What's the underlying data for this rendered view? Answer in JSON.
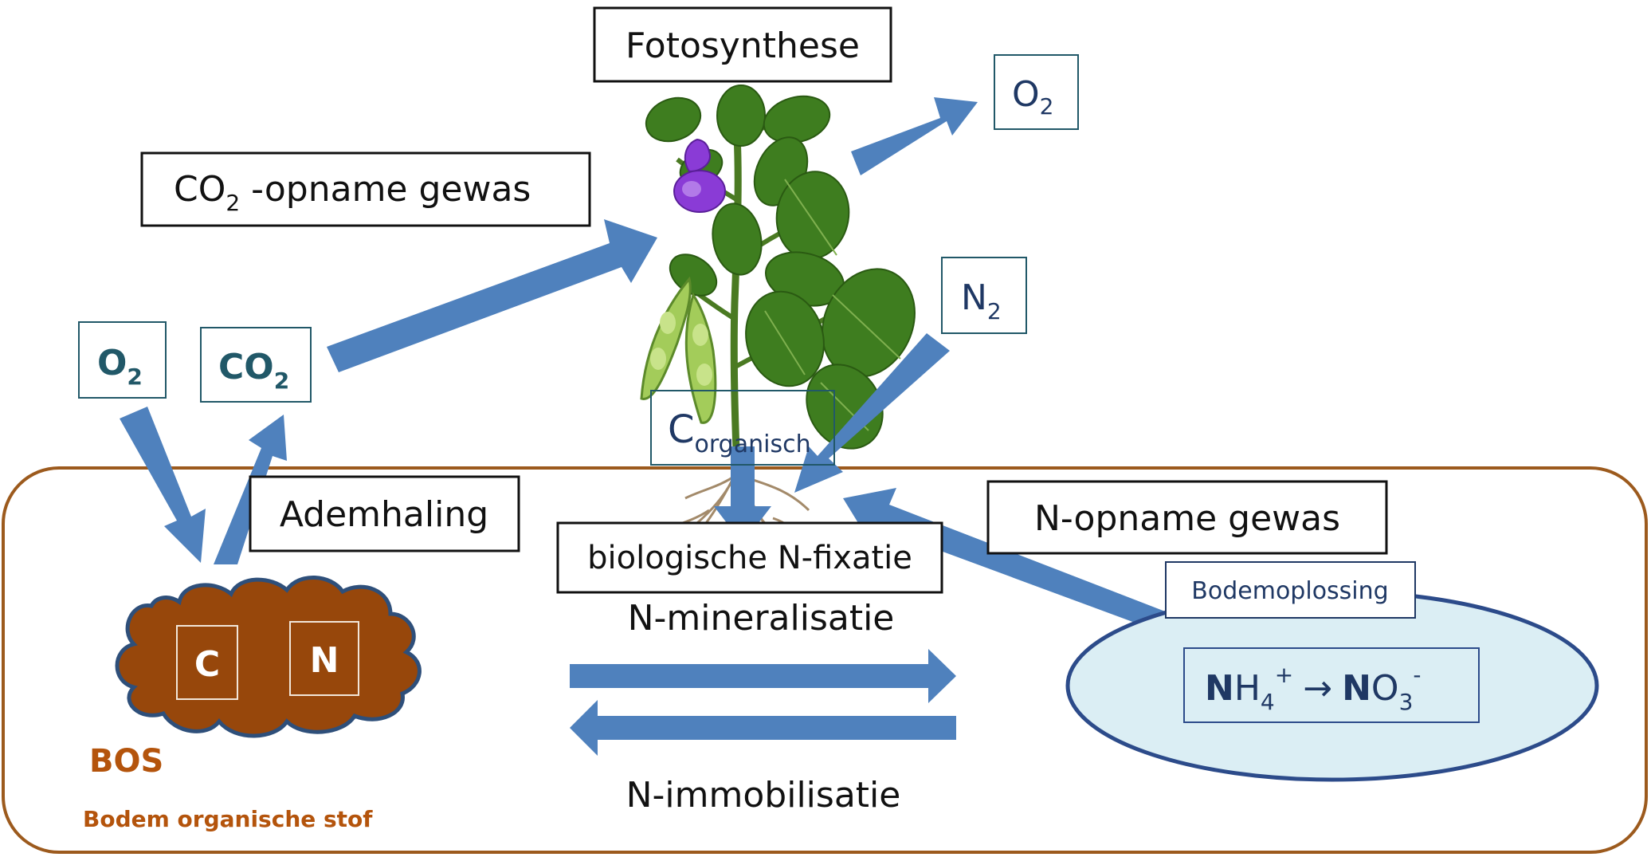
{
  "colors": {
    "arrow": "#4f81bd",
    "soil_border": "#9c5a1d",
    "bos_fill": "#97470b",
    "bos_text": "#b4540c",
    "solution_fill": "#dbeef4",
    "solution_border": "#2c4b8a",
    "label_teal": "#215868",
    "label_blue": "#1f3864",
    "leaf": "#3e7d1f",
    "flower": "#8a3bd6"
  },
  "labels": {
    "fotosynthese": "Fotosynthese",
    "o2_top": "O",
    "o2_top_sub": "2",
    "co2_opname": "CO",
    "co2_opname_sub": "2",
    "co2_opname_rest": " -opname gewas",
    "n2": "N",
    "n2_sub": "2",
    "o2_left": "O",
    "o2_left_sub": "2",
    "co2_left": "CO",
    "co2_left_sub": "2",
    "c_organisch": "C",
    "c_organisch_sub": "organisch",
    "ademhaling": "Ademhaling",
    "biologische_n_fixatie": "biologische N-fixatie",
    "n_opname": "N-opname gewas",
    "bodemoplossing": "Bodemoplossing",
    "n_mineralisatie": "N-mineralisatie",
    "n_immobilisatie": "N-immobilisatie",
    "c_box": "C",
    "n_box": "N",
    "bos": "BOS",
    "bos_full": "Bodem organische stof",
    "nh4_n": "N",
    "nh4_h": "H",
    "nh4_sub": "4",
    "nh4_sup": "+",
    "arrow_symbol": "→",
    "no3_n": "N",
    "no3_o": "O",
    "no3_sub": "3",
    "no3_sup": "-"
  }
}
